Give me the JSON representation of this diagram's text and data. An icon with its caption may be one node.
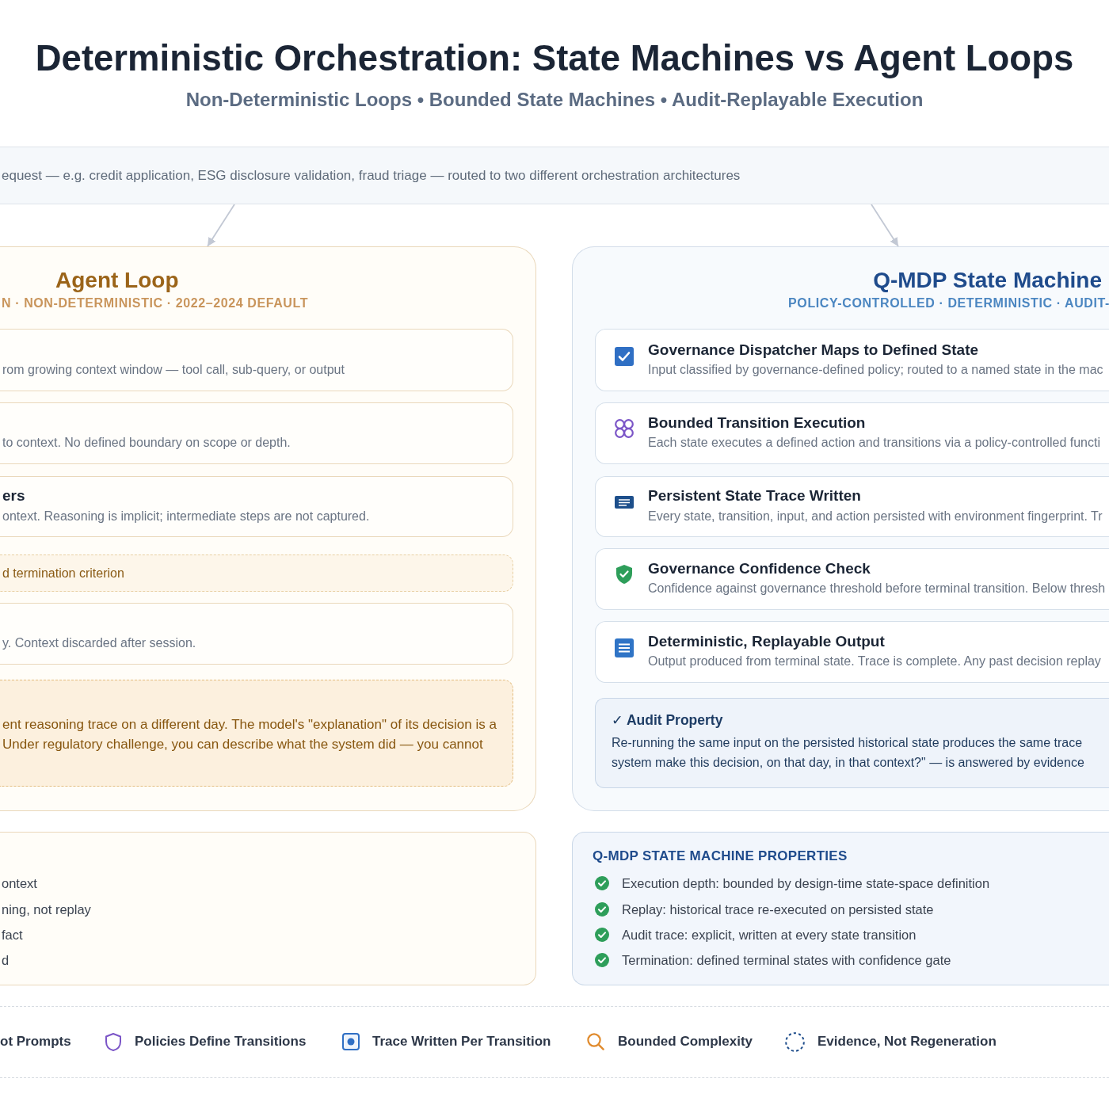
{
  "diagram": {
    "title": "Deterministic Orchestration: State Machines vs Agent Loops",
    "nodes": [
      {
        "text": [
          "equest — e.g. credit application, ESG disclosure validation, fraud triage — routed to two different orchestration architectures"
        ]
      },
      {
        "text": [
          "Agent Loop",
          "N · NON-DETERMINISTIC · 2022–2024 DEFAULT"
        ]
      },
      {
        "text": [
          "rom growing context window — tool call, sub-query, or output"
        ],
        "in": 1
      },
      {
        "text": [
          "to context. No defined boundary on scope or depth."
        ],
        "in": 1
      },
      {
        "text": [
          "ers",
          "ontext. Reasoning is implicit; intermediate steps are not captured."
        ],
        "in": 1
      },
      {
        "text": [
          "d termination criterion"
        ],
        "in": 1
      },
      {
        "text": [
          "y. Context discarded after session."
        ],
        "in": 1
      },
      {
        "text": [
          "ent reasoning trace on a different day. The model's \"explanation\" of its decision is a Under regulatory challenge, you can describe what the system did — you cannot"
        ],
        "in": 1
      },
      {
        "text": [
          "Q-MDP State Machine",
          "POLICY-CONTROLLED · DETERMINISTIC · AUDIT-"
        ]
      },
      {
        "text": [
          "Governance Dispatcher Maps to Defined State",
          "Input classified by governance-defined policy; routed to a named state in the mac"
        ],
        "in": 8
      },
      {
        "text": [
          "Bounded Transition Execution",
          "Each state executes a defined action and transitions via a policy-controlled functi"
        ],
        "in": 8
      },
      {
        "text": [
          "Persistent State Trace Written",
          "Every state, transition, input, and action persisted with environment fingerprint. Tr"
        ],
        "in": 8
      },
      {
        "text": [
          "Governance Confidence Check",
          "Confidence against governance threshold before terminal transition. Below thresh"
        ],
        "in": 8
      },
      {
        "text": [
          "Deterministic, Replayable Output",
          "Output produced from terminal state. Trace is complete. Any past decision replay"
        ],
        "in": 8
      },
      {
        "text": [
          "✓ Audit Property",
          "Re-running the same input on the persisted historical state produces the same trace system make this decision, on that day, in that context?\" — is answered by evidence"
        ],
        "in": 8
      },
      {
        "text": [
          "ontext",
          "ning, not replay",
          "fact",
          "d"
        ]
      },
      {
        "text": [
          "Q-MDP STATE MACHINE PROPERTIES",
          "Execution depth: bounded by design-time state-space definition",
          "Replay: historical trace re-executed on persisted state",
          "Audit trace: explicit, written at every state transition",
          "Termination: defined terminal states with confidence gate"
        ]
      }
    ],
    "edges": [
      {
        "from": 0,
        "to": 1,
        "arrow": "to"
      },
      {
        "from": 0,
        "to": 8,
        "arrow": "to"
      }
    ],
    "labels": [
      "Non-Deterministic Loops • Bounded State Machines • Audit-Replayable Execution",
      "ot Prompts",
      "Policies Define Transitions",
      "Trace Written Per Transition",
      "Bounded Complexity",
      "Evidence, Not Regeneration"
    ]
  }
}
